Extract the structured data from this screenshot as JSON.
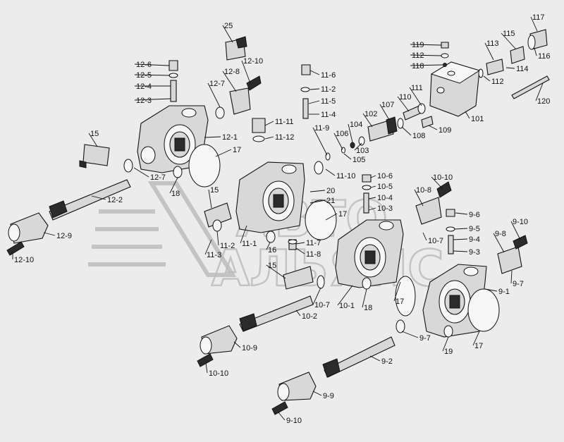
{
  "diagram": {
    "watermark": {
      "line1": "АВТО",
      "line2": "АЛЬЯНС"
    },
    "labels": [
      "25",
      "12-6",
      "12-5",
      "12-4",
      "12-3",
      "12-10",
      "12-8",
      "12-7",
      "12-1",
      "15",
      "17",
      "18",
      "12-7",
      "12-2",
      "12-9",
      "12-10",
      "11-6",
      "11-2",
      "11-5",
      "11-4",
      "11-11",
      "11-12",
      "11-9",
      "106",
      "104",
      "105",
      "103",
      "102",
      "107",
      "108",
      "110",
      "111",
      "109",
      "101",
      "112",
      "113",
      "114",
      "115",
      "116",
      "117",
      "119",
      "112",
      "118",
      "120",
      "11-10",
      "20",
      "21",
      "17",
      "15",
      "11-2",
      "11-3",
      "11-1",
      "16",
      "11-7",
      "11-8",
      "10-6",
      "10-5",
      "10-4",
      "10-3",
      "10-10",
      "10-8",
      "9-6",
      "9-5",
      "9-4",
      "9-3",
      "10-7",
      "9-8",
      "9-10",
      "9-7",
      "9-1",
      "15",
      "10-7",
      "10-1",
      "18",
      "17",
      "10-2",
      "10-9",
      "10-10",
      "19",
      "17",
      "9-7",
      "9-2",
      "9-9",
      "9-10"
    ]
  }
}
